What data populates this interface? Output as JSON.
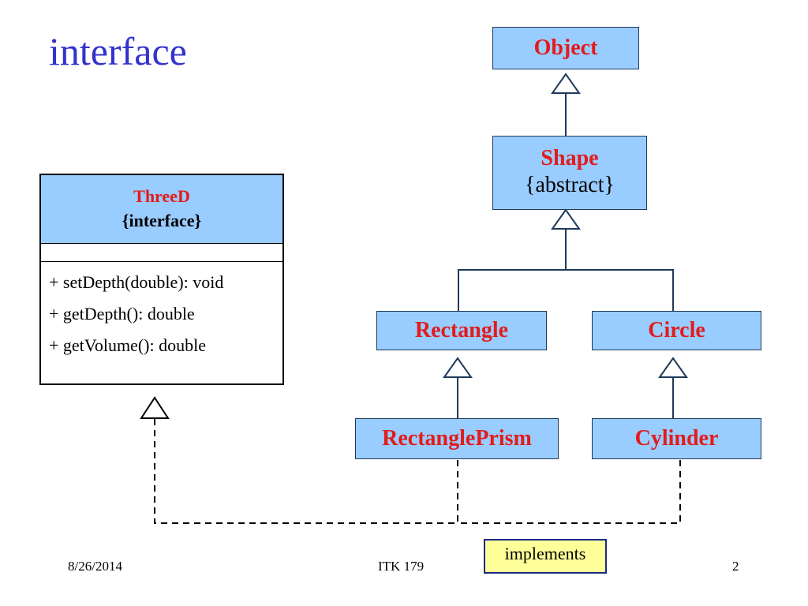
{
  "slide": {
    "title": "interface",
    "footer_date": "8/26/2014",
    "footer_course": "ITK 179",
    "footer_page": "2"
  },
  "diagram": {
    "object": {
      "name": "Object"
    },
    "shape": {
      "name": "Shape",
      "stereotype": "{abstract}"
    },
    "rectangle": {
      "name": "Rectangle"
    },
    "circle": {
      "name": "Circle"
    },
    "rectangle_prism": {
      "name": "RectanglePrism"
    },
    "cylinder": {
      "name": "Cylinder"
    },
    "threed": {
      "name": "ThreeD",
      "stereotype": "{interface}",
      "operations": [
        "+ setDepth(double): void",
        "+ getDepth(): double",
        "+ getVolume(): double"
      ]
    },
    "implements_label": "implements"
  },
  "colors": {
    "class_fill": "#99ccff",
    "class_name": "#e31b1b",
    "title": "#3333cc",
    "line": "#1f3a5a",
    "note_fill": "#ffff99"
  }
}
